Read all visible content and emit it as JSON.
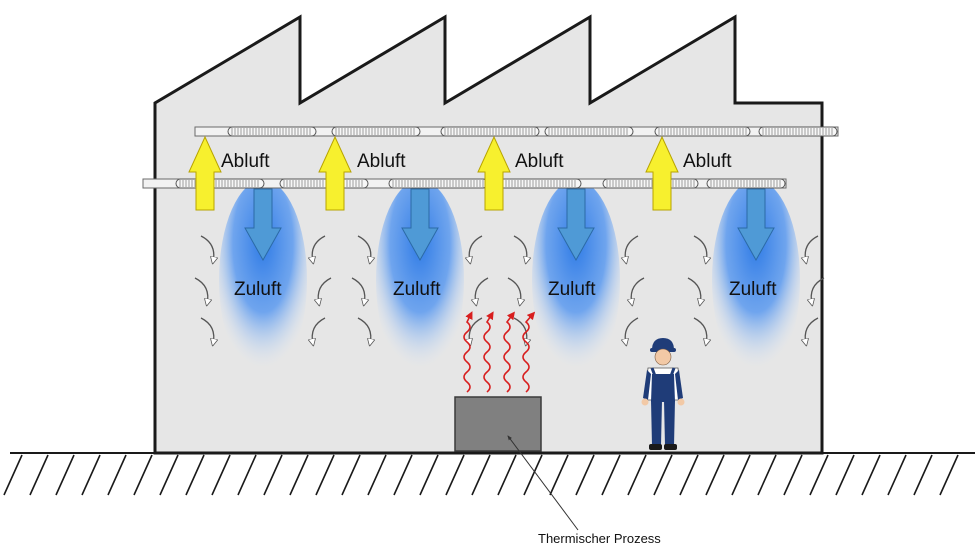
{
  "labels": {
    "exhaust": [
      "Abluft",
      "Abluft",
      "Abluft",
      "Abluft"
    ],
    "supply": [
      "Zuluft",
      "Zuluft",
      "Zuluft",
      "Zuluft"
    ],
    "process": "Thermischer Prozess"
  },
  "colors": {
    "hall_fill": "#e6e6e6",
    "hall_stroke": "#1a1a1a",
    "duct_fill": "#f2f2f2",
    "duct_stroke": "#6b6b6b",
    "exhaust_arrow": "#f7f02e",
    "exhaust_arrow_stroke": "#b8a400",
    "supply_plume": "#2f7be6",
    "supply_arrow": "#4f9ad6",
    "heat_wave": "#d81e1e",
    "process_box": "#808080",
    "worker_suit": "#1f3c78"
  },
  "icons": [
    "factory-hall",
    "duct",
    "exhaust-arrow-icon",
    "supply-arrow-icon",
    "air-swirl-icon",
    "heat-wave-icon",
    "worker-icon"
  ]
}
